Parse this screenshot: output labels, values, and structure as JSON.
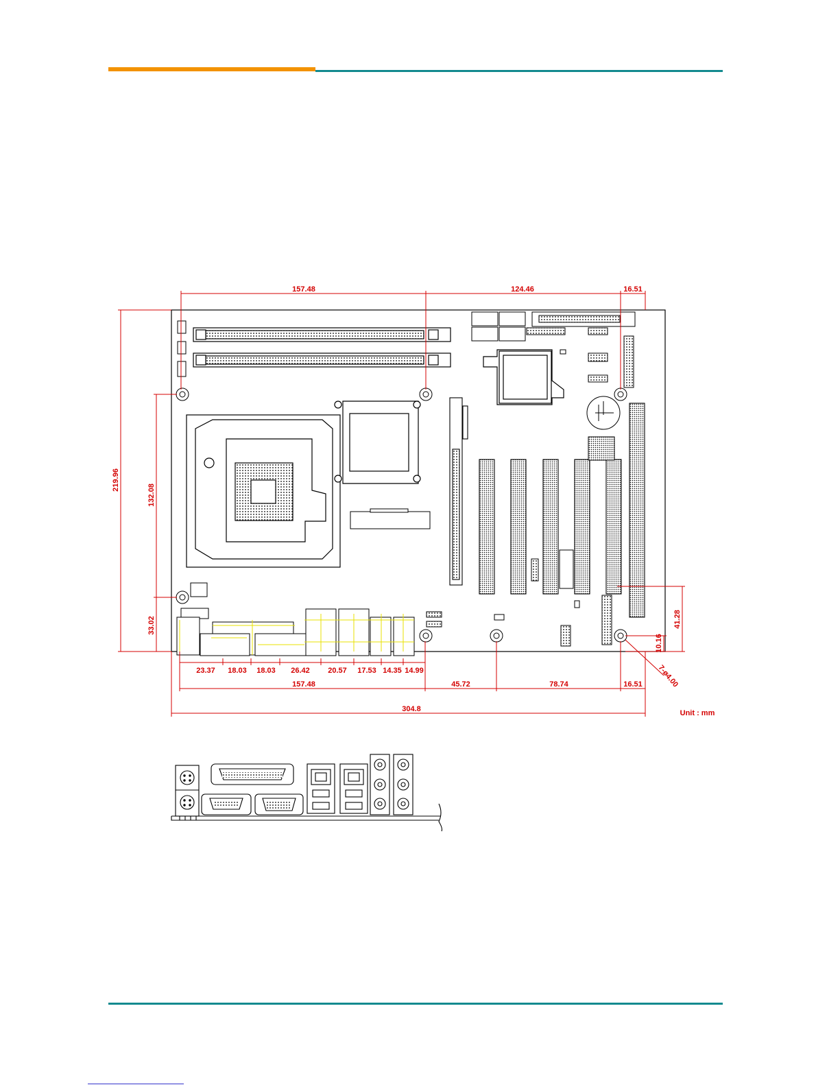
{
  "header": {
    "accent_color": "#f39200",
    "line_color": "#138a8f"
  },
  "footer": {
    "line_color": "#138a8f",
    "link_color": "#3333cc"
  },
  "diagram": {
    "unit_label": "Unit : mm",
    "dimension_color": "#d40000",
    "guide_color": "#e8e000",
    "top_dims": {
      "d1": "157.48",
      "d2": "124.46",
      "d3": "16.51"
    },
    "left_dims": {
      "height_total": "219.96",
      "hole_upper": "132.08",
      "hole_lower": "33.02"
    },
    "right_dims": {
      "hole_right": "41.28",
      "hole_edge": "10.16",
      "hole_spec": "7-ø4.00"
    },
    "io_dims": [
      "23.37",
      "18.03",
      "18.03",
      "26.42",
      "20.57",
      "17.53",
      "14.35",
      "14.99"
    ],
    "bottom_dims": {
      "d1": "157.48",
      "d2": "45.72",
      "d3": "78.74",
      "d4": "16.51"
    },
    "width_total": "304.8"
  }
}
